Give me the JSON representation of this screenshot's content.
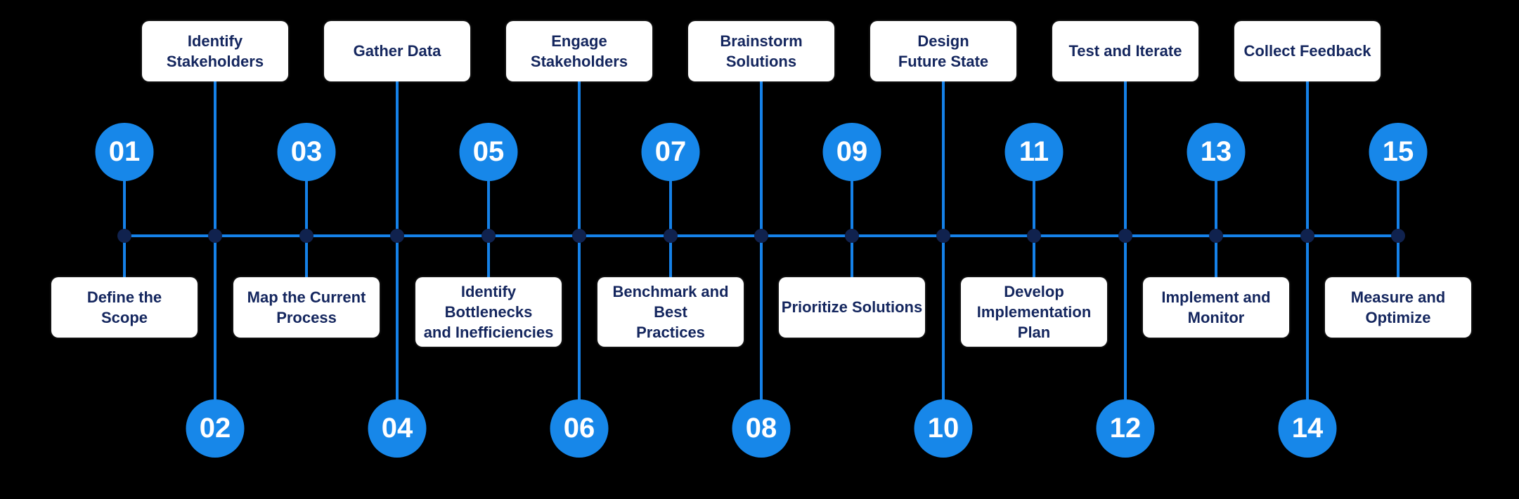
{
  "diagram": {
    "type": "process-timeline",
    "step_count": 15,
    "colors": {
      "background": "#000000",
      "connector_blue": "#1581E8",
      "circle_blue": "#1787E9",
      "node_dot_navy": "#10224E",
      "card_background": "#FFFFFF",
      "card_text_navy": "#14265E",
      "number_white": "#FFFFFF"
    }
  },
  "steps": [
    {
      "number": "01",
      "label": "Define the\nScope",
      "circle_side": "above-axis"
    },
    {
      "number": "02",
      "label": "Identify\nStakeholders",
      "circle_side": "below-axis"
    },
    {
      "number": "03",
      "label": "Map the Current\nProcess",
      "circle_side": "above-axis"
    },
    {
      "number": "04",
      "label": "Gather Data",
      "circle_side": "below-axis"
    },
    {
      "number": "05",
      "label": "Identify Bottlenecks\nand Inefficiencies",
      "circle_side": "above-axis"
    },
    {
      "number": "06",
      "label": "Engage\nStakeholders",
      "circle_side": "below-axis"
    },
    {
      "number": "07",
      "label": "Benchmark and Best\nPractices",
      "circle_side": "above-axis"
    },
    {
      "number": "08",
      "label": "Brainstorm\nSolutions",
      "circle_side": "below-axis"
    },
    {
      "number": "09",
      "label": "Prioritize Solutions",
      "circle_side": "above-axis"
    },
    {
      "number": "10",
      "label": "Design\nFuture State",
      "circle_side": "below-axis"
    },
    {
      "number": "11",
      "label": "Develop\nImplementation Plan",
      "circle_side": "above-axis"
    },
    {
      "number": "12",
      "label": "Test and Iterate",
      "circle_side": "below-axis"
    },
    {
      "number": "13",
      "label": "Implement and\nMonitor",
      "circle_side": "above-axis"
    },
    {
      "number": "14",
      "label": "Collect Feedback",
      "circle_side": "below-axis"
    },
    {
      "number": "15",
      "label": "Measure and\nOptimize",
      "circle_side": "above-axis"
    }
  ]
}
